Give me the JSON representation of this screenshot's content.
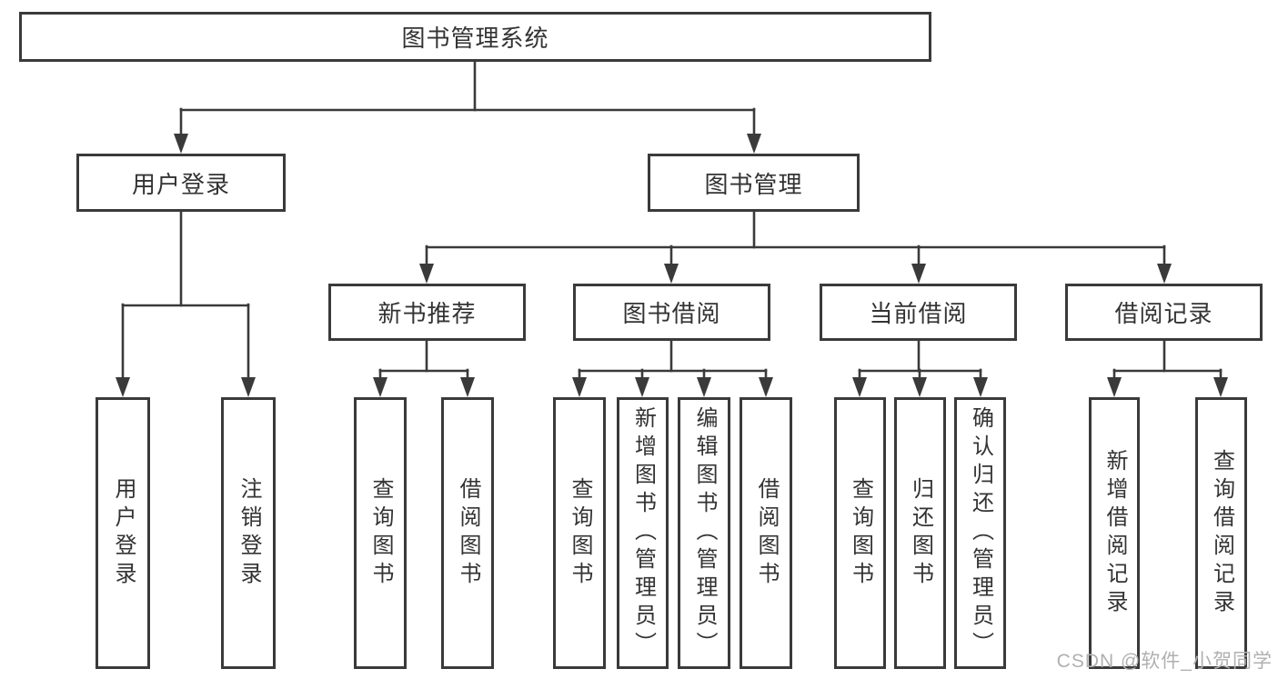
{
  "colors": {
    "line": "#3a3a3a",
    "text": "#333333",
    "box_background": "#ffffff",
    "watermark": "#b0b0b0",
    "page_background": "#ffffff"
  },
  "diagram": {
    "root": "图书管理系统",
    "level2": [
      "用户登录",
      "图书管理"
    ],
    "level3": [
      "新书推荐",
      "图书借阅",
      "当前借阅",
      "借阅记录"
    ],
    "leaves": {
      "user": [
        "用户登录",
        "注销登录"
      ],
      "recommend": [
        "查询图书",
        "借阅图书"
      ],
      "borrow": [
        "查询图书",
        "新增图书（管理员）",
        "编辑图书（管理员）",
        "借阅图书"
      ],
      "current": [
        "查询图书",
        "归还图书",
        "确认归还（管理员）"
      ],
      "records": [
        "新增借阅记录",
        "查询借阅记录"
      ]
    }
  },
  "watermark": "CSDN @软件_小贺同学"
}
